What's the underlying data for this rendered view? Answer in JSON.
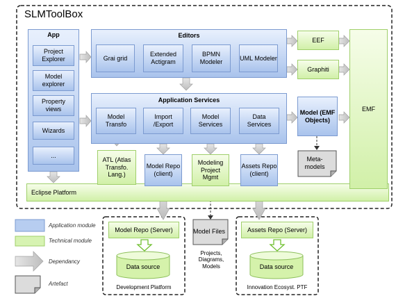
{
  "title": "SLMToolBox",
  "app": {
    "label": "App",
    "items": [
      "Project Explorer",
      "Model explorer",
      "Property views",
      "Wizards",
      "..."
    ]
  },
  "editors": {
    "label": "Editors",
    "items": [
      "Grai grid",
      "Extended Actigram",
      "BPMN Modeler",
      "UML Modeler"
    ]
  },
  "application_services": {
    "label": "Application Services",
    "items": [
      "Model Transfo",
      "Import /Export",
      "Model Services",
      "Data Services"
    ]
  },
  "model_emf": "Model (EMF Objects)",
  "eef": "EEF",
  "graphiti": "Graphiti",
  "emf": "EMF",
  "lower_modules": [
    "ATL (Atlas Transfo. Lang.)",
    "Model Repo (client)",
    "Modeling Project Mgmt",
    "Assets Repo (client)"
  ],
  "meta_models": "Meta-models",
  "eclipse_platform": "Eclipse Platform",
  "legend": {
    "application_module": "Application module",
    "technical_module": "Technical module",
    "dependancy": "Dependancy",
    "artefact": "Artefact"
  },
  "model_repo_server": "Model Repo (Server)",
  "assets_repo_server": "Assets Repo (Server)",
  "data_source_left": "Data source",
  "data_source_right": "Data source",
  "development_platform": "Development Platform",
  "innovation_ecosyst": "Innovation Ecosyst. PTF",
  "model_files": "Model Files",
  "model_files_caption": "Projects, Diagrams, Models",
  "colors": {
    "application_module": "#a9c3ec",
    "technical_module": "#d1f0a8",
    "dependancy": "#c8c8c8"
  }
}
